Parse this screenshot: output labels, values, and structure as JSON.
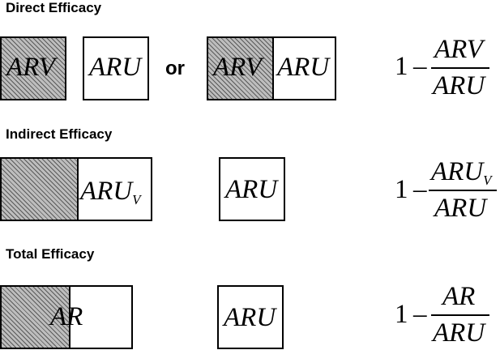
{
  "sections": [
    {
      "heading": "Direct Efficacy"
    },
    {
      "heading": "Indirect Efficacy"
    },
    {
      "heading": "Total Efficacy"
    }
  ],
  "direct": {
    "box_arv": "ARV",
    "box_aru": "ARU",
    "or": "or",
    "combo_arv": "ARV",
    "combo_aru": "ARU",
    "formula": {
      "one": "1",
      "minus": "–",
      "num": "ARV",
      "den": "ARU"
    }
  },
  "indirect": {
    "combo_main": "ARU",
    "combo_sub": "V",
    "box_aru": "ARU",
    "formula": {
      "one": "1",
      "minus": "–",
      "num": "ARU",
      "num_sub": "V",
      "den": "ARU"
    }
  },
  "total": {
    "combo_label": "AR",
    "box_aru": "ARU",
    "formula": {
      "one": "1",
      "minus": "–",
      "num": "AR",
      "den": "ARU"
    }
  },
  "colors": {
    "ink": "#000000",
    "hatch_fill": "#bdbdbd",
    "hatch_line": "#5a5a5a"
  }
}
